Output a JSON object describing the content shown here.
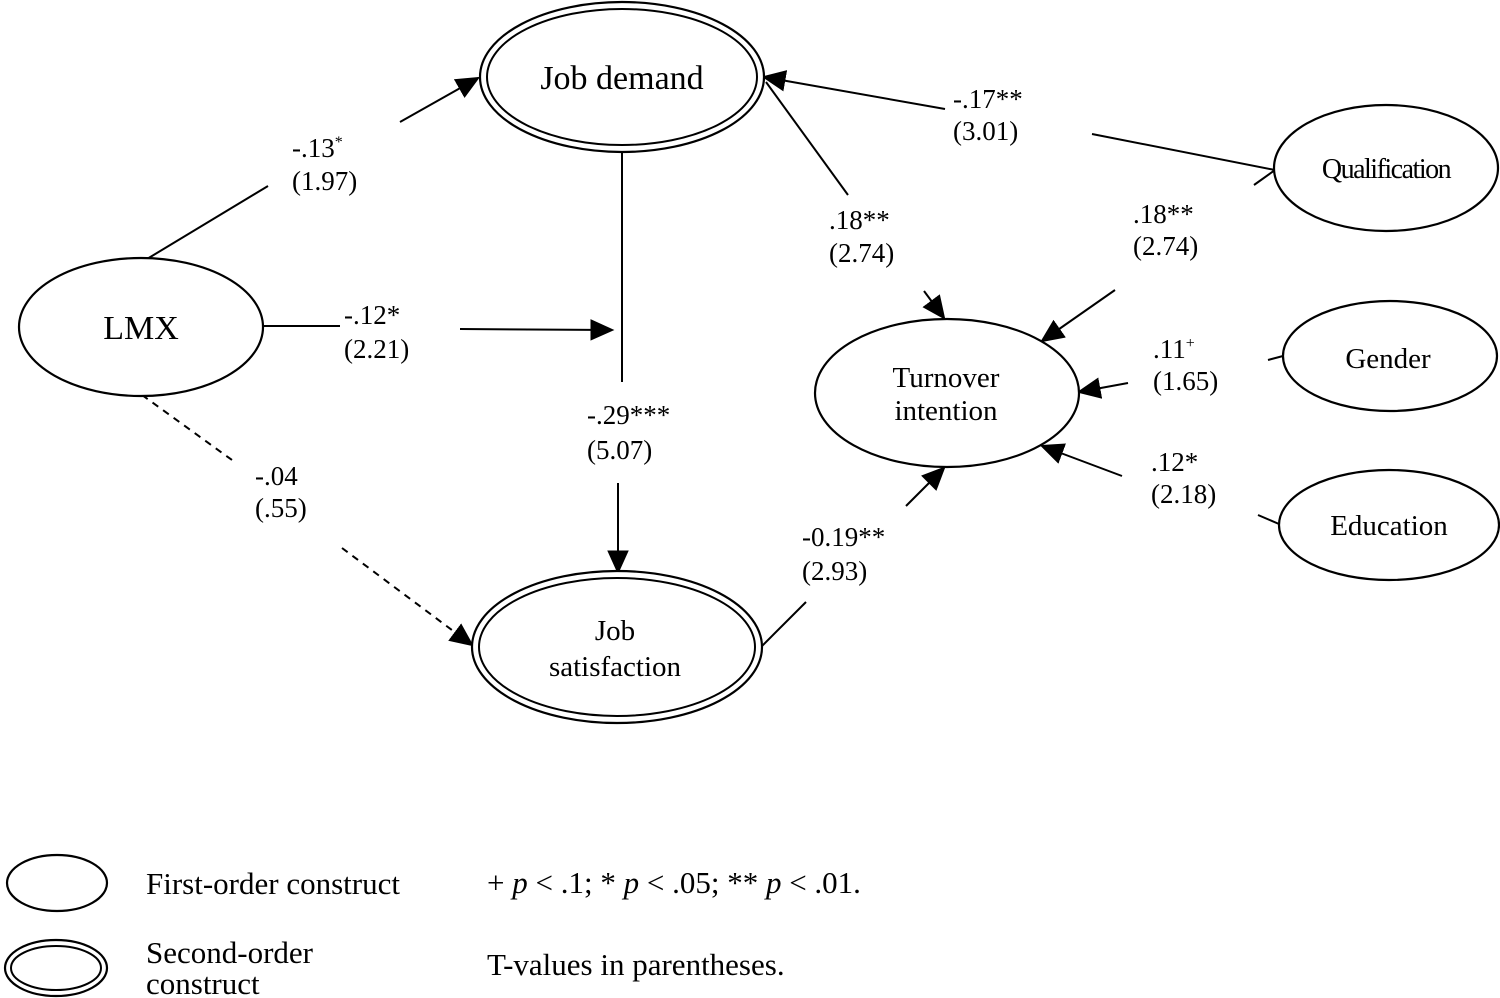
{
  "nodes": {
    "job_demand": "Job demand",
    "lmx": "LMX",
    "job_satisfaction_line1": "Job",
    "job_satisfaction_line2": "satisfaction",
    "turnover_line1": "Turnover",
    "turnover_line2": "intention",
    "qualification": "Qualification",
    "gender": "Gender",
    "education": "Education"
  },
  "paths": {
    "lmx_to_demand": {
      "coef_main": "-.13",
      "coef_sup": "*",
      "t": "(1.97)"
    },
    "lmx_to_link": {
      "coef": "-.12*",
      "t": "(2.21)"
    },
    "lmx_to_satisfaction": {
      "coef": "-.04",
      "t": "(.55)"
    },
    "demand_to_satisfaction": {
      "coef": "-.29***",
      "t": "(5.07)"
    },
    "qualification_to_demand": {
      "coef": "-.17**",
      "t": "(3.01)"
    },
    "demand_to_turnover": {
      "coef": ".18**",
      "t": "(2.74)"
    },
    "qualification_to_turnover": {
      "coef": ".18**",
      "t": "(2.74)"
    },
    "gender_to_turnover": {
      "coef_main": ".11",
      "coef_sup": "+",
      "t": "(1.65)"
    },
    "education_to_turnover": {
      "coef": ".12*",
      "t": "(2.18)"
    },
    "satisfaction_to_turnover": {
      "coef": "-0.19**",
      "t": "(2.93)"
    }
  },
  "legend": {
    "first_order": "First-order construct",
    "second_order_line1": "Second-order",
    "second_order_line2": "construct",
    "significance_plus": "+ ",
    "significance_p1": "p",
    "significance_mid1": " < .1; * ",
    "significance_p2": "p",
    "significance_mid2": " < .05; ** ",
    "significance_p3": "p",
    "significance_end": " < .01.",
    "t_values": "T-values in parentheses."
  }
}
